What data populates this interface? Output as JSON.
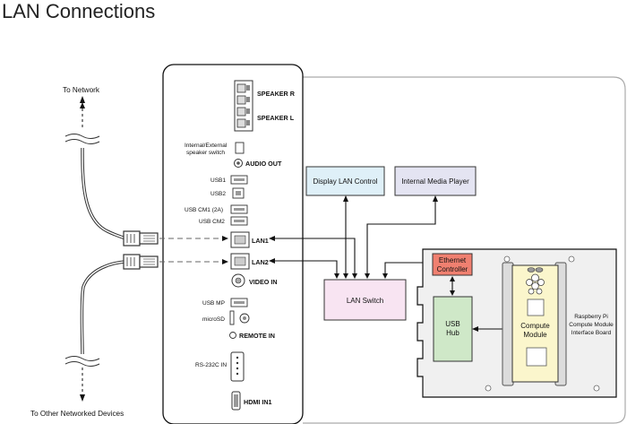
{
  "title": "LAN Connections",
  "panel_labels": {
    "speaker_r": "SPEAKER R",
    "speaker_l": "SPEAKER L",
    "speaker_switch_1": "Internal/External",
    "speaker_switch_2": "speaker switch",
    "audio_out": "AUDIO OUT",
    "usb1": "USB1",
    "usb2": "USB2",
    "usb_cm1": "USB CM1 (2A)",
    "usb_cm2": "USB CM2",
    "lan1": "LAN1",
    "lan2": "LAN2",
    "video_in": "VIDEO IN",
    "usb_mp": "USB MP",
    "microsd": "microSD",
    "remote_in": "REMOTE IN",
    "rs232c_in": "RS-232C IN",
    "hdmi_in1": "HDMI IN1"
  },
  "boxes": {
    "display_lan_control": "Display LAN Control",
    "internal_media_player": "Internal Media Player",
    "lan_switch": "LAN Switch",
    "ethernet_controller_1": "Ethernet",
    "ethernet_controller_2": "Controller",
    "usb_hub_1": "USB",
    "usb_hub_2": "Hub",
    "compute_module_1": "Compute",
    "compute_module_2": "Module"
  },
  "board_label": {
    "line1": "Raspberry Pi",
    "line2": "Compute Module",
    "line3": "Interface Board"
  },
  "external_labels": {
    "to_network": "To Network",
    "to_other_devices": "To Other Networked Devices"
  },
  "colors": {
    "display_lan_control_fill": "#dff0f8",
    "internal_media_player_fill": "#e4e4f2",
    "lan_switch_fill": "#f8e4f2",
    "ethernet_controller_fill": "#f08070",
    "usb_hub_fill": "#cfe8c8",
    "compute_module_fill": "#fbf6cc",
    "board_fill": "#f0f0f0",
    "device_outline": "#aaaaaa"
  }
}
